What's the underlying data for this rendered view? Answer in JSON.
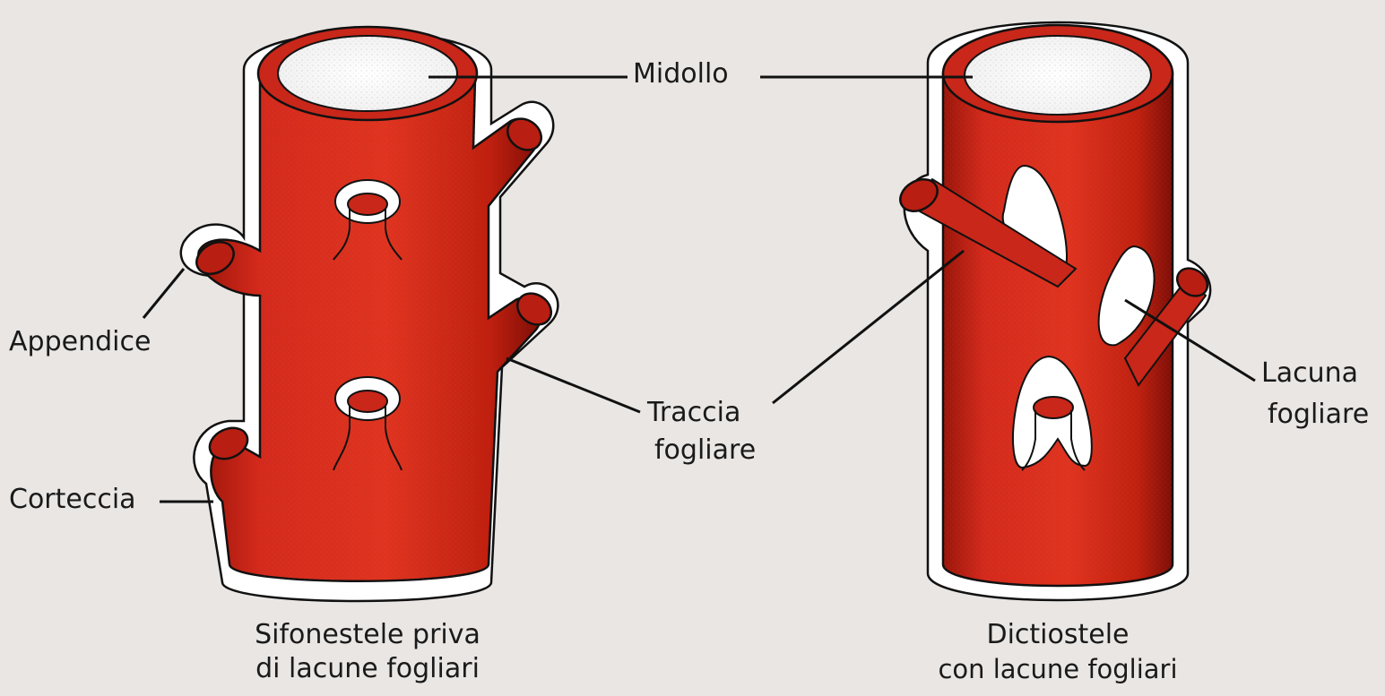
{
  "labels": {
    "midollo": "Midollo",
    "appendice": "Appendice",
    "corteccia": "Corteccia",
    "traccia_line1": "Traccia",
    "traccia_line2": "fogliare",
    "lacuna_line1": "Lacuna",
    "lacuna_line2": "fogliare"
  },
  "captions": {
    "left_line1": "Sifonestele priva",
    "left_line2": "di lacune fogliari",
    "right_line1": "Dictiostele",
    "right_line2": "con lacune fogliari"
  },
  "colors": {
    "stele": "#d62b1e",
    "stele_dark": "#8e130c",
    "cortex": "#ffffff",
    "outline": "#111111",
    "background": "#e9e6e4"
  }
}
